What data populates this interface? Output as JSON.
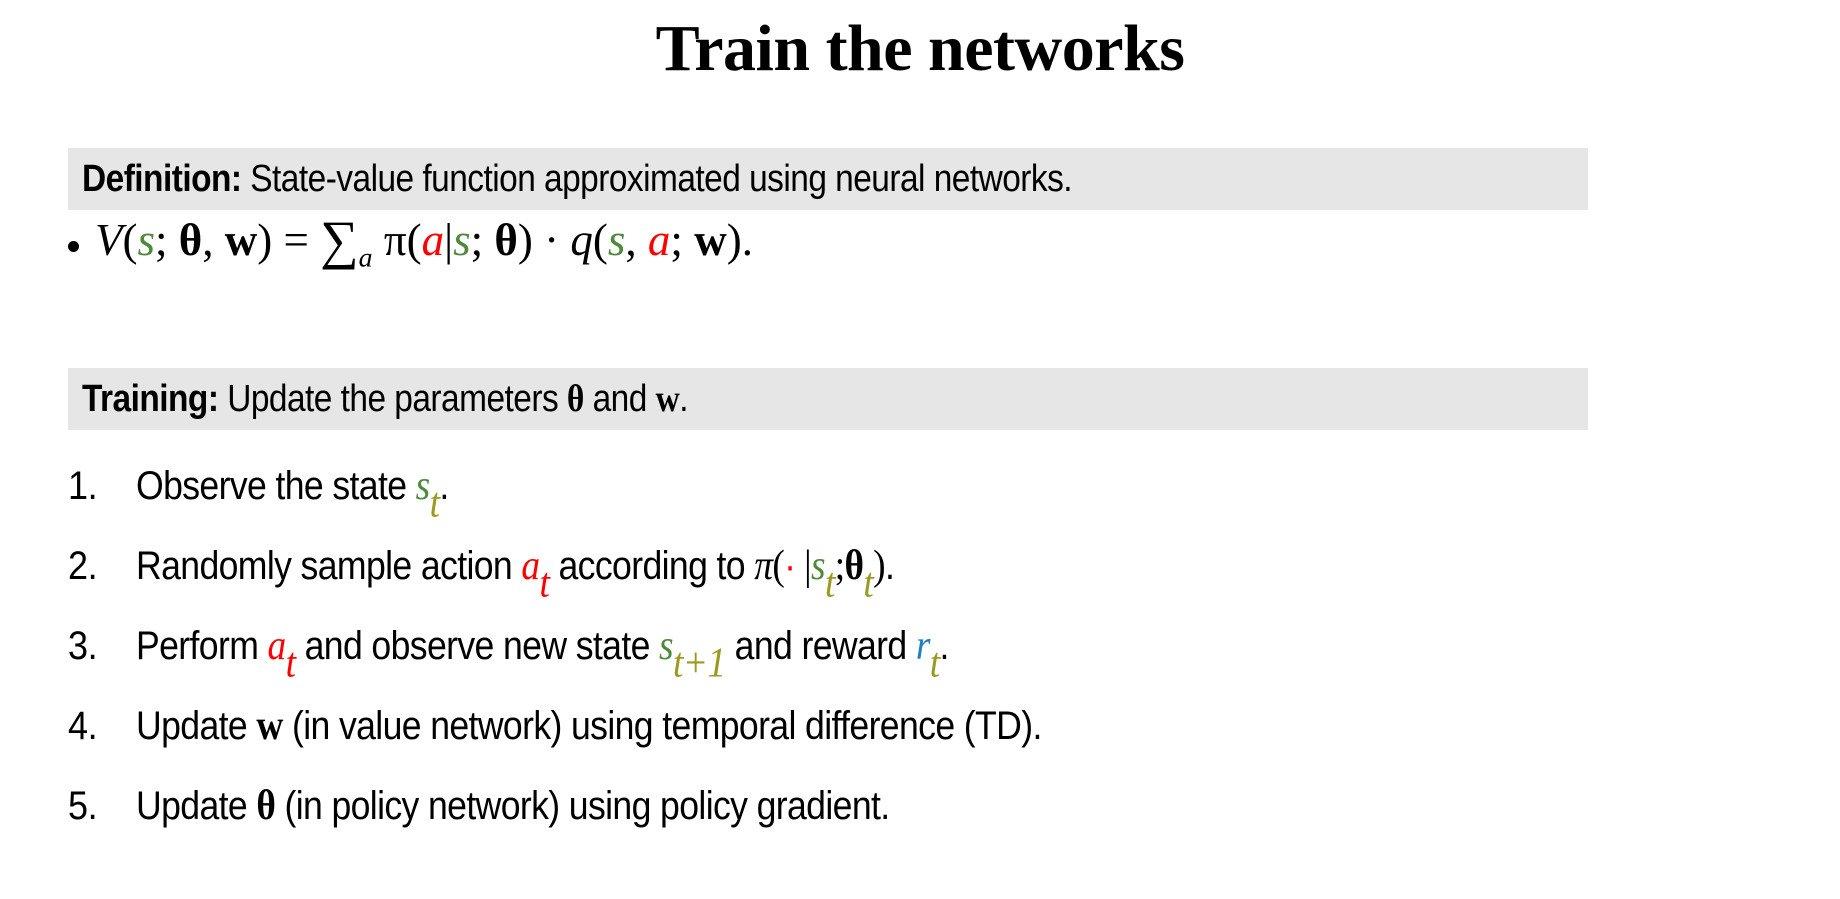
{
  "slide": {
    "title": "Train the networks",
    "background_color": "#ffffff",
    "banner_color": "#e6e6e6"
  },
  "definition": {
    "banner_lead": "Definition:",
    "banner_body": " State-value function approximated using neural networks.",
    "formula_plain": "V(s; θ, w) = Σ_a π(a|s; θ) · q(s, a; w).",
    "formula_tokens": {
      "V": "V",
      "open_paren": "(",
      "s1": "s",
      "semi1": ";",
      "theta1": "θ",
      "comma1": ",",
      "w1": "w",
      "close_paren": ")",
      "equals": "=",
      "sigma": "∑",
      "sigma_sub": "a",
      "pi": "π",
      "a1": "a",
      "bar": "|",
      "s2": "s",
      "semi2": ";",
      "theta2": "θ",
      "cdot": "·",
      "q": "q",
      "s3": "s",
      "comma2": ",",
      "a2": "a",
      "semi3": ";",
      "w2": "w",
      "period": "."
    }
  },
  "training": {
    "banner_lead": "Training:",
    "banner_body_1": " Update the parameters ",
    "theta": "θ",
    "banner_body_2": " and ",
    "w": "w",
    "banner_body_3": "."
  },
  "steps": [
    {
      "number": "1.",
      "text_before": "Observe the state ",
      "symbol": "s",
      "symbol_sub": "t",
      "text_after": "."
    },
    {
      "number": "2.",
      "text_before": "Randomly sample action ",
      "symbol": "a",
      "symbol_sub": "t",
      "text_mid": " according to ",
      "pi": "π",
      "open": "(",
      "cdot": "·",
      "bar": " |",
      "s": "s",
      "s_sub": "t",
      "semi": ";",
      "theta": "θ",
      "theta_sub": "t",
      "close": ")",
      "text_after": "."
    },
    {
      "number": "3.",
      "text_before": "Perform ",
      "symbol": "a",
      "symbol_sub": "t",
      "text_mid": " and observe new state ",
      "s": "s",
      "s_sub": "t+1",
      "text_mid2": " and reward ",
      "r": "r",
      "r_sub": "t",
      "text_after": "."
    },
    {
      "number": "4.",
      "text_before": "Update ",
      "symbol": "w",
      "text_after": " (in value network) using temporal difference (TD)."
    },
    {
      "number": "5.",
      "text_before": "Update ",
      "symbol": "θ",
      "text_after": " (in policy network) using policy gradient."
    }
  ],
  "colors": {
    "state_green": "#4e8a3c",
    "action_red": "#ff0000",
    "reward_blue": "#1f7fc4",
    "subscript_olive": "#9a9a20"
  }
}
